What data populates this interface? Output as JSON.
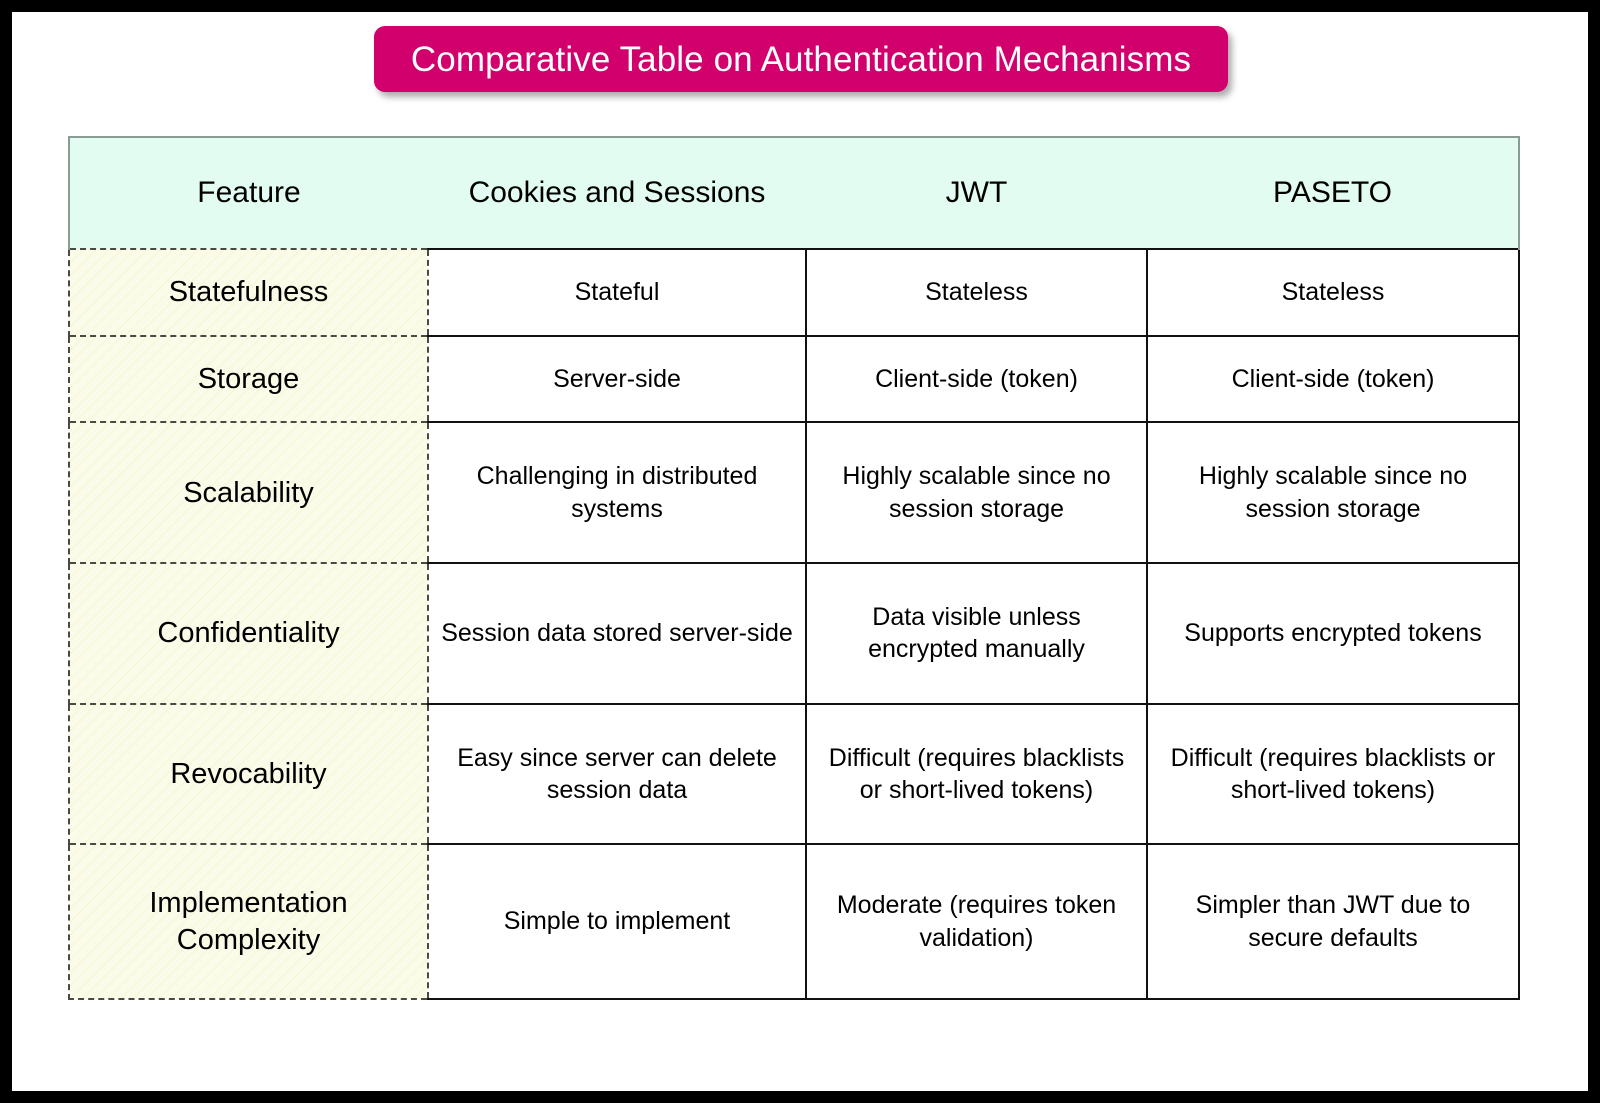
{
  "title": {
    "text": "Comparative Table on Authentication Mechanisms",
    "background_color": "#d1006c",
    "text_color": "#ffffff"
  },
  "colors": {
    "page_background": "#ffffff",
    "outer_border": "#000000",
    "header_row_background": "#e2fcf2",
    "first_column_background": "#fbfbe9",
    "body_background": "#ffffff",
    "grid_line": "#111111",
    "dashed_line": "#4a4a42"
  },
  "table": {
    "columns": [
      "Feature",
      "Cookies and Sessions",
      "JWT",
      "PASETO"
    ],
    "rows": [
      {
        "feature": "Statefulness",
        "cookies_and_sessions": "Stateful",
        "jwt": "Stateless",
        "paseto": "Stateless"
      },
      {
        "feature": "Storage",
        "cookies_and_sessions": "Server-side",
        "jwt": "Client-side (token)",
        "paseto": "Client-side (token)"
      },
      {
        "feature": "Scalability",
        "cookies_and_sessions": "Challenging in distributed systems",
        "jwt": "Highly scalable since no session storage",
        "paseto": "Highly scalable since no session storage"
      },
      {
        "feature": "Confidentiality",
        "cookies_and_sessions": "Session data stored server-side",
        "jwt": "Data visible unless encrypted manually",
        "paseto": "Supports encrypted tokens"
      },
      {
        "feature": "Revocability",
        "cookies_and_sessions": "Easy since server can delete session data",
        "jwt": "Difficult (requires blacklists or short-lived tokens)",
        "paseto": "Difficult (requires blacklists or short-lived tokens)"
      },
      {
        "feature": "Implementation Complexity",
        "cookies_and_sessions": "Simple to implement",
        "jwt": "Moderate (requires token validation)",
        "paseto": "Simpler than JWT due to secure defaults"
      }
    ]
  }
}
